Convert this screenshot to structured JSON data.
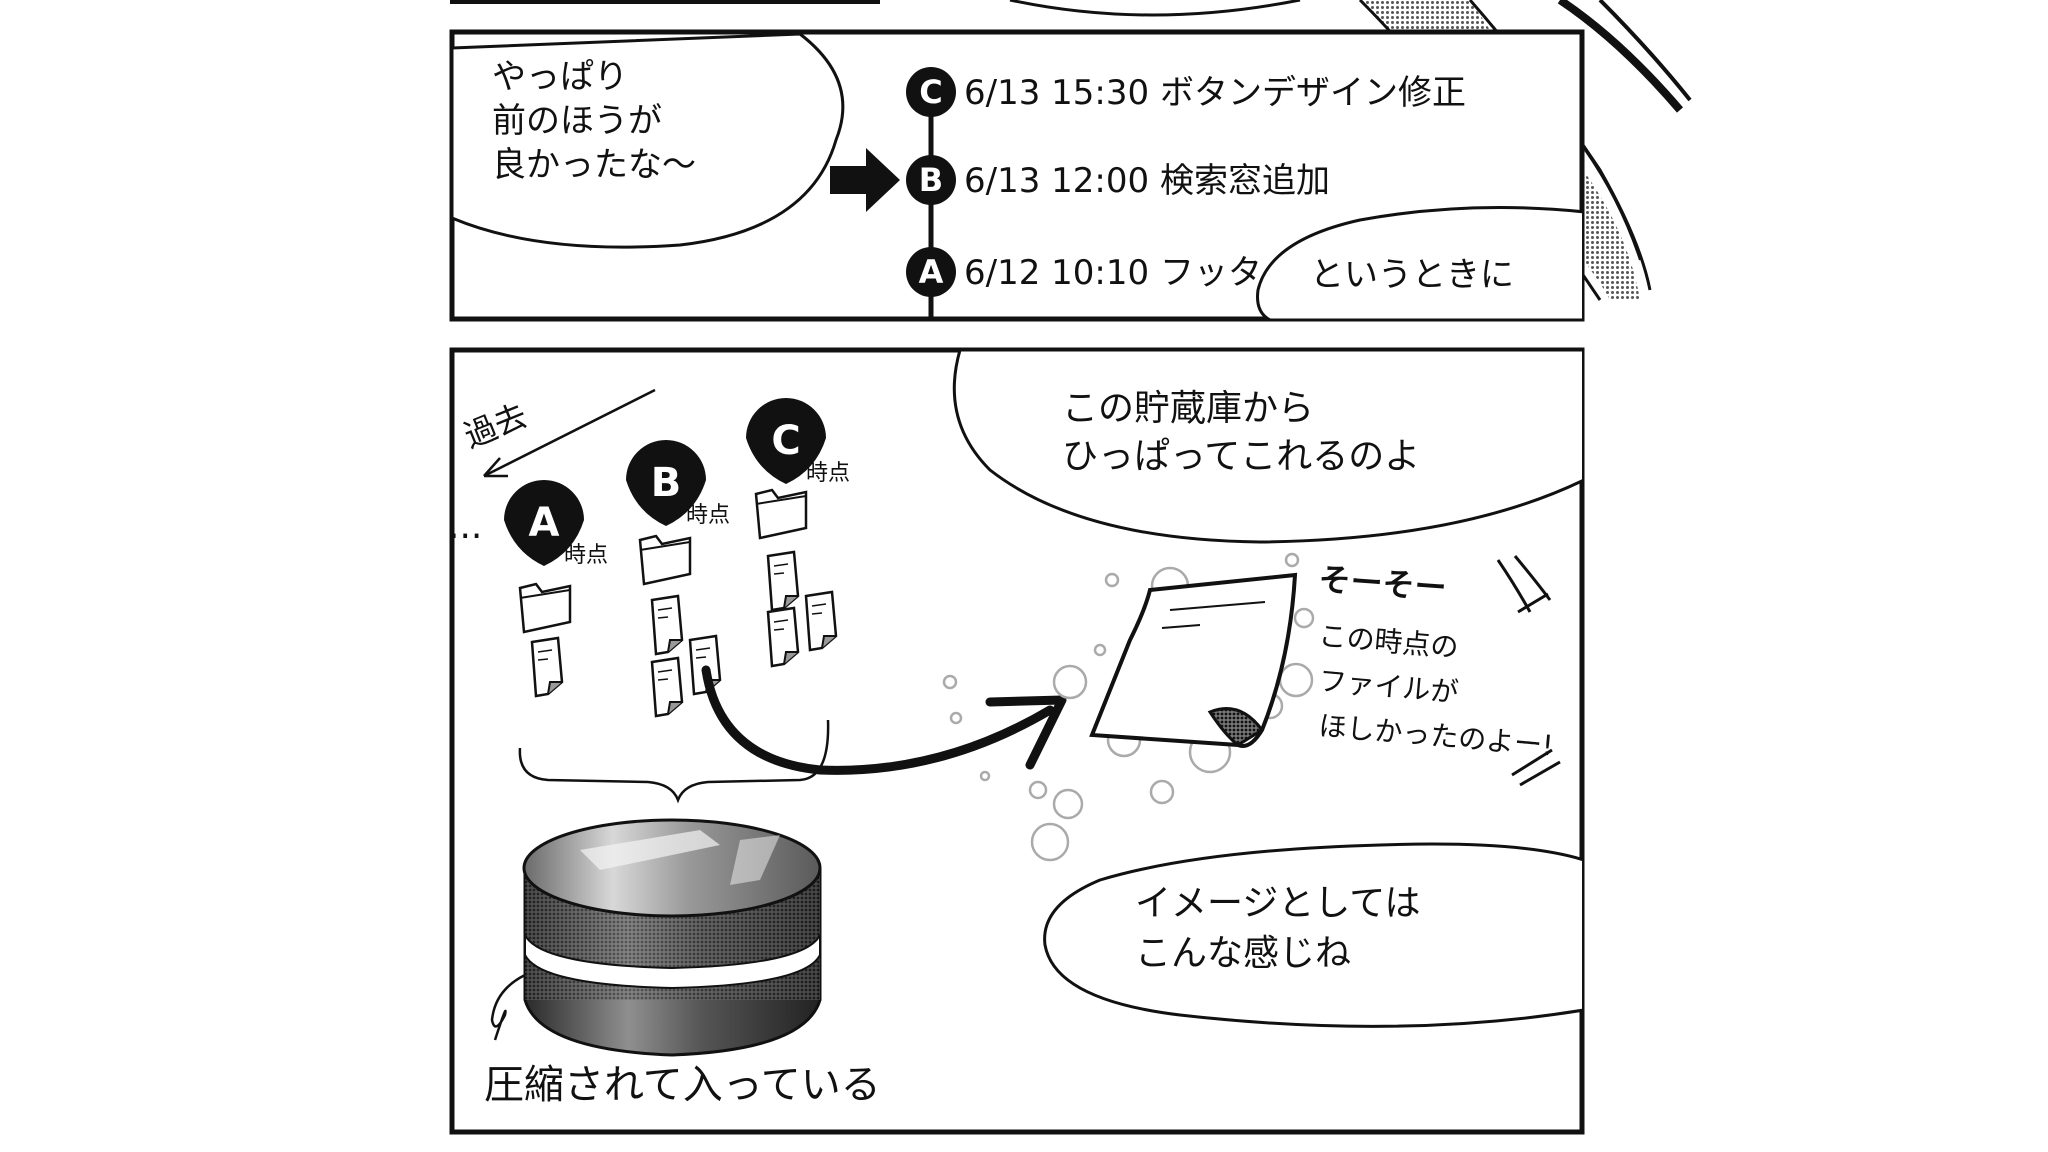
{
  "colors": {
    "ink": "#111111",
    "paper": "#ffffff",
    "tone": "#8a8a8a",
    "tone_dark": "#4a4a4a"
  },
  "panel_top": {
    "speech_left": [
      "やっぱり",
      "前のほうが",
      "良かったな～"
    ],
    "timeline": [
      {
        "id": "C",
        "text": "6/13  15:30  ボタンデザイン修正"
      },
      {
        "id": "B",
        "text": "6/13  12:00  検索窓追加"
      },
      {
        "id": "A",
        "text": "6/12  10:10  フッタ"
      }
    ],
    "speech_right": "というときに"
  },
  "panel_bottom": {
    "past_label": "過去",
    "snapshots": [
      {
        "id": "A",
        "label": "時点"
      },
      {
        "id": "B",
        "label": "時点"
      },
      {
        "id": "C",
        "label": "時点"
      }
    ],
    "speech_top": [
      "この貯蔵庫から",
      "ひっぱってこれるのよ"
    ],
    "handwritten_right": [
      "そーそー",
      "この時点の",
      "ファイルが",
      "ほしかったのよー!"
    ],
    "speech_bottom": [
      "イメージとしては",
      "こんな感じね"
    ],
    "caption_storage": "圧縮されて入っている"
  }
}
